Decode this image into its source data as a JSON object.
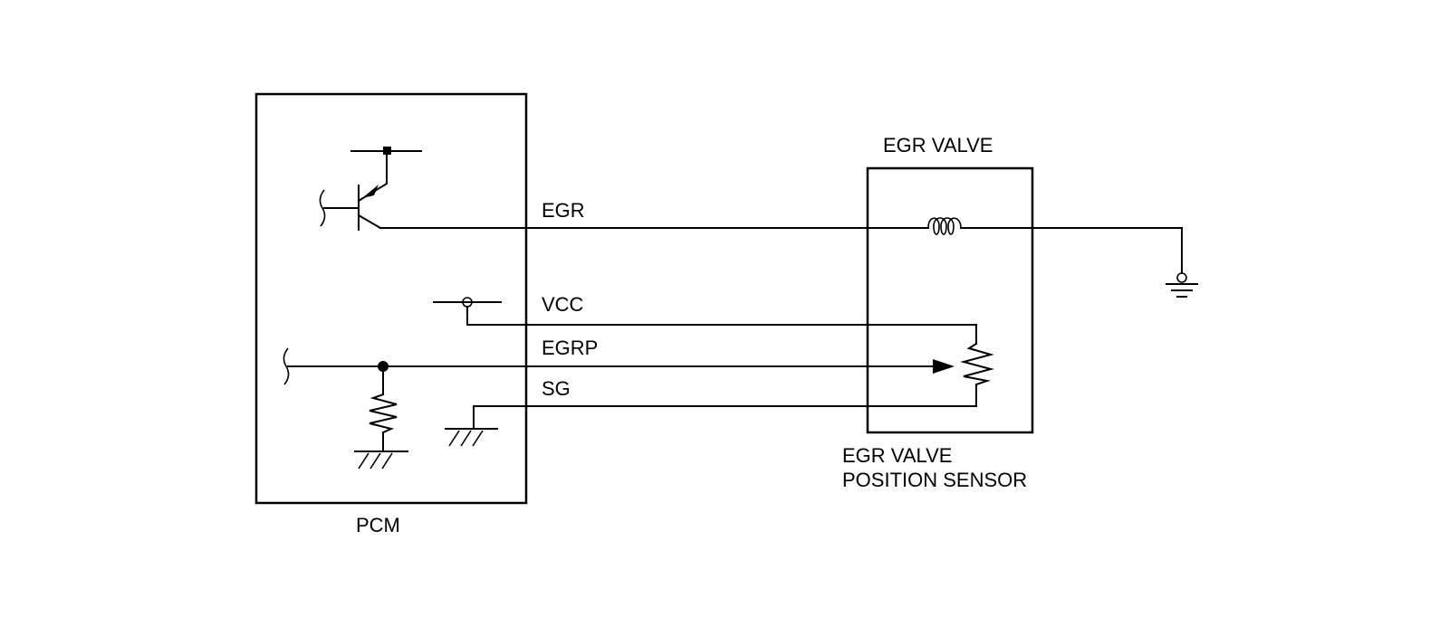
{
  "components": {
    "pcm": {
      "label": "PCM"
    },
    "egr_valve": {
      "label": "EGR VALVE"
    },
    "position_sensor": {
      "label_line1": "EGR VALVE",
      "label_line2": "POSITION SENSOR"
    }
  },
  "signals": {
    "egr": "EGR",
    "vcc": "VCC",
    "egrp": "EGRP",
    "sg": "SG"
  },
  "colors": {
    "line": "#000000",
    "background": "#ffffff"
  }
}
